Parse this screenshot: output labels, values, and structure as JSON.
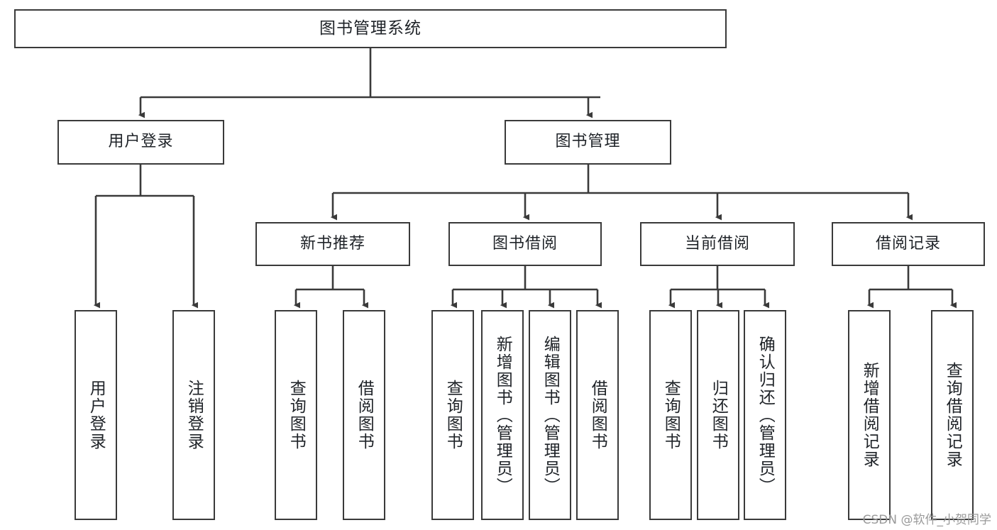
{
  "diagram": {
    "title": "图书管理系统",
    "type": "tree",
    "watermark": "CSDN @软件_小贺同学",
    "colors": {
      "box_border": "#3a3a3a",
      "box_fill": "#ffffff",
      "edge": "#3a3a3a",
      "text": "#1f2328",
      "watermark": "#9a9a9a",
      "background": "#ffffff"
    },
    "nodes": {
      "root": {
        "label": "图书管理系统",
        "orientation": "horizontal"
      },
      "level2": [
        {
          "id": "user-login",
          "label": "用户登录",
          "orientation": "horizontal"
        },
        {
          "id": "book-manage",
          "label": "图书管理",
          "orientation": "horizontal"
        }
      ],
      "level3": [
        {
          "id": "new-book-recommend",
          "label": "新书推荐",
          "orientation": "horizontal"
        },
        {
          "id": "book-borrow",
          "label": "图书借阅",
          "orientation": "horizontal"
        },
        {
          "id": "current-borrow",
          "label": "当前借阅",
          "orientation": "horizontal"
        },
        {
          "id": "borrow-record",
          "label": "借阅记录",
          "orientation": "horizontal"
        }
      ],
      "leaves": [
        {
          "id": "leaf-user-login",
          "label": "用户登录",
          "parent": "user-login",
          "orientation": "vertical"
        },
        {
          "id": "leaf-user-logout",
          "label": "注销登录",
          "parent": "user-login",
          "orientation": "vertical"
        },
        {
          "id": "leaf-query-book-1",
          "label": "查询图书",
          "parent": "new-book-recommend",
          "orientation": "vertical"
        },
        {
          "id": "leaf-borrow-book-1",
          "label": "借阅图书",
          "parent": "new-book-recommend",
          "orientation": "vertical"
        },
        {
          "id": "leaf-query-book-2",
          "label": "查询图书",
          "parent": "book-borrow",
          "orientation": "vertical"
        },
        {
          "id": "leaf-add-book",
          "label": "新增图书（管理员）",
          "parent": "book-borrow",
          "orientation": "vertical"
        },
        {
          "id": "leaf-edit-book",
          "label": "编辑图书（管理员）",
          "parent": "book-borrow",
          "orientation": "vertical"
        },
        {
          "id": "leaf-borrow-book-2",
          "label": "借阅图书",
          "parent": "book-borrow",
          "orientation": "vertical"
        },
        {
          "id": "leaf-query-book-3",
          "label": "查询图书",
          "parent": "current-borrow",
          "orientation": "vertical"
        },
        {
          "id": "leaf-return-book",
          "label": "归还图书",
          "parent": "current-borrow",
          "orientation": "vertical"
        },
        {
          "id": "leaf-confirm-return",
          "label": "确认归还（管理员）",
          "parent": "current-borrow",
          "orientation": "vertical"
        },
        {
          "id": "leaf-add-record",
          "label": "新增借阅记录",
          "parent": "borrow-record",
          "orientation": "vertical"
        },
        {
          "id": "leaf-query-record",
          "label": "查询借阅记录",
          "parent": "borrow-record",
          "orientation": "vertical"
        }
      ]
    }
  }
}
